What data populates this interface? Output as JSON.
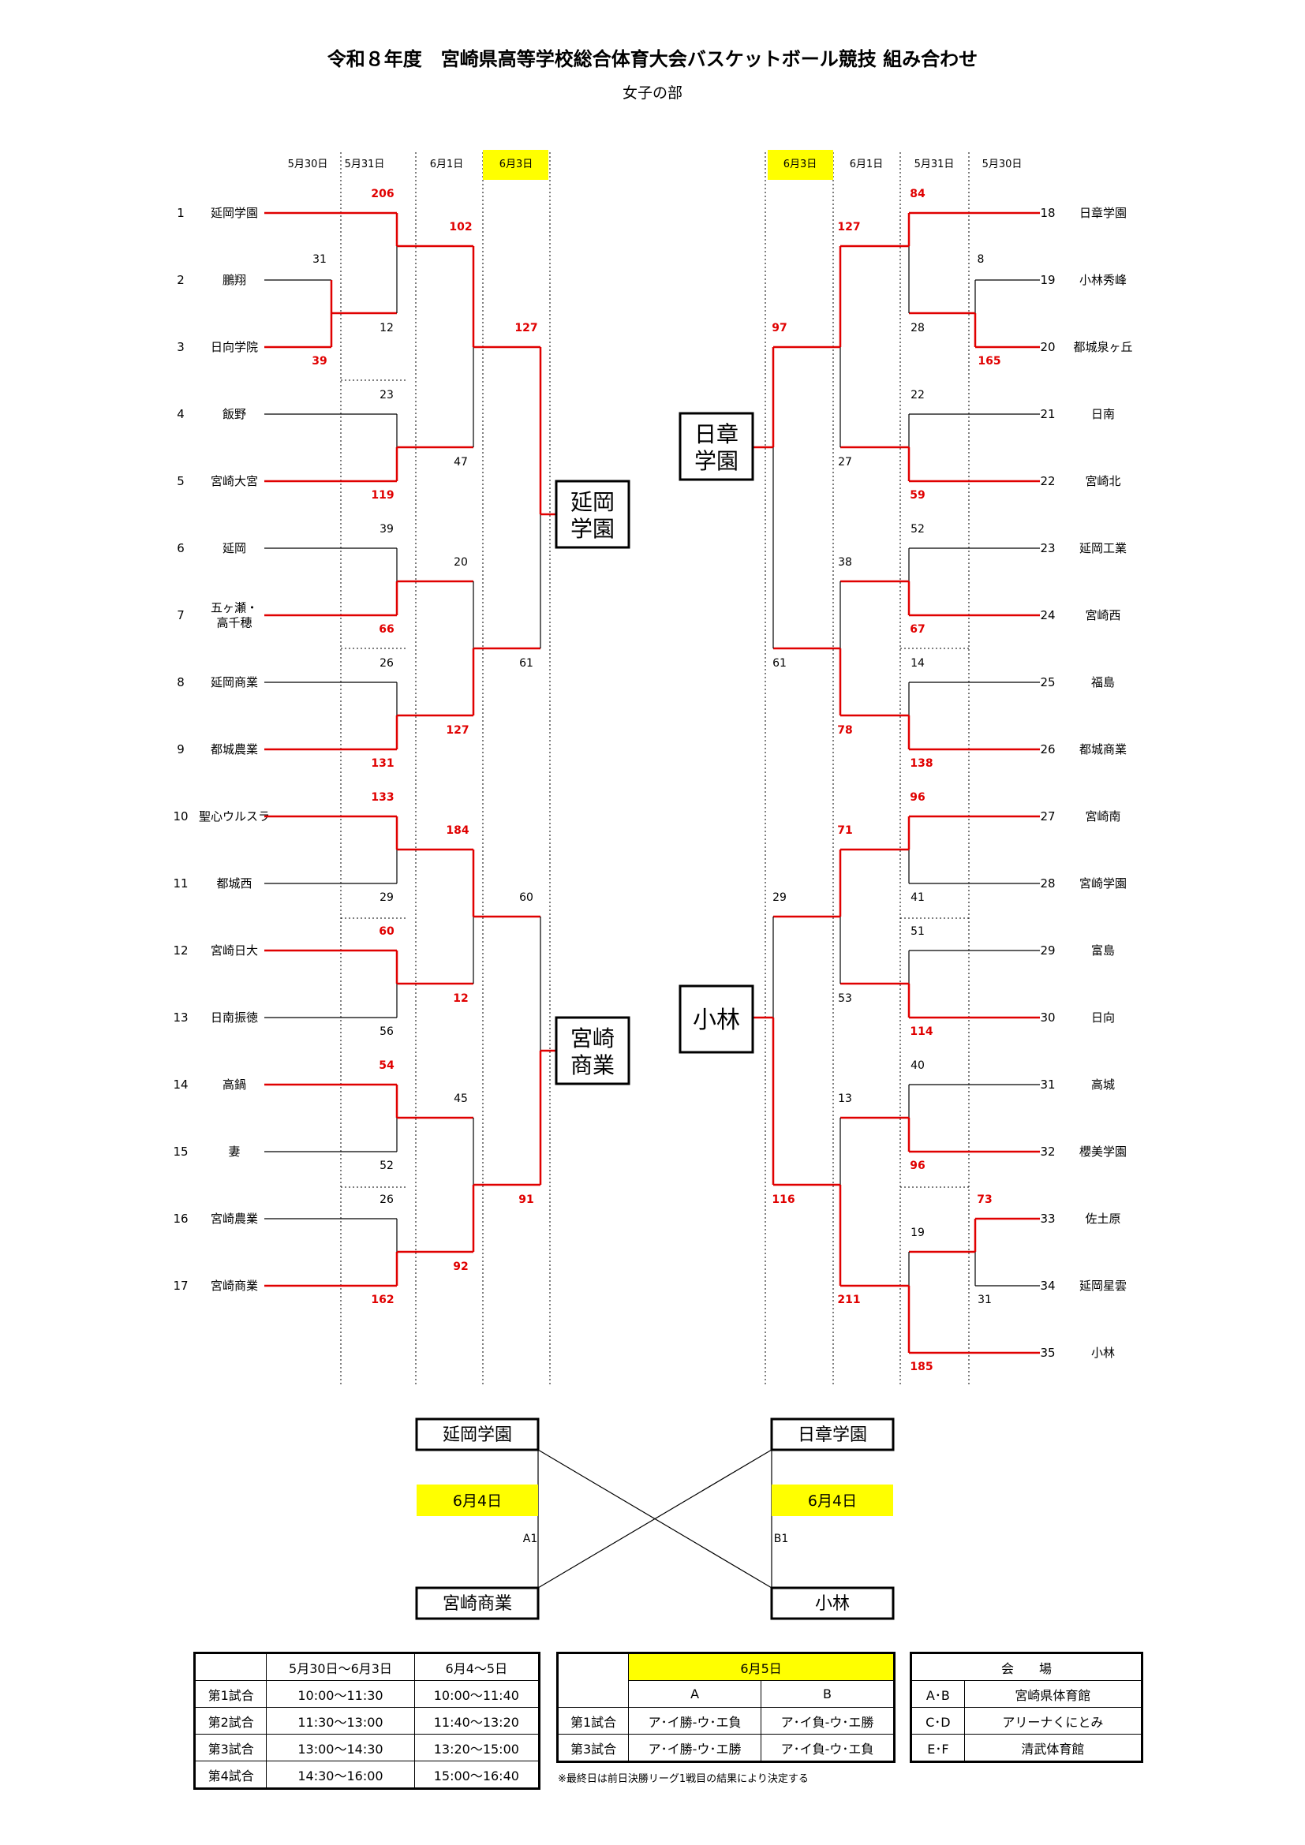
{
  "title": "令和８年度　宮崎県高等学校総合体育大会バスケットボール競技 組み合わせ",
  "subtitle": "女子の部",
  "round_dates": {
    "left": [
      "5月30日",
      "5月31日",
      "6月1日",
      "6月3日"
    ],
    "right": [
      "6月3日",
      "6月1日",
      "5月31日",
      "5月30日"
    ]
  },
  "teams_left": [
    {
      "no": "1",
      "name": "延岡学園"
    },
    {
      "no": "2",
      "name": "鵬翔"
    },
    {
      "no": "3",
      "name": "日向学院"
    },
    {
      "no": "4",
      "name": "飯野"
    },
    {
      "no": "5",
      "name": "宮崎大宮"
    },
    {
      "no": "6",
      "name": "延岡"
    },
    {
      "no": "7",
      "name": "五ヶ瀬・\n高千穂"
    },
    {
      "no": "8",
      "name": "延岡商業"
    },
    {
      "no": "9",
      "name": "都城農業"
    },
    {
      "no": "10",
      "name": "聖心ウルスラ"
    },
    {
      "no": "11",
      "name": "都城西"
    },
    {
      "no": "12",
      "name": "宮崎日大"
    },
    {
      "no": "13",
      "name": "日南振徳"
    },
    {
      "no": "14",
      "name": "高鍋"
    },
    {
      "no": "15",
      "name": "妻"
    },
    {
      "no": "16",
      "name": "宮崎農業"
    },
    {
      "no": "17",
      "name": "宮崎商業"
    }
  ],
  "teams_right": [
    {
      "no": "18",
      "name": "日章学園"
    },
    {
      "no": "19",
      "name": "小林秀峰"
    },
    {
      "no": "20",
      "name": "都城泉ヶ丘"
    },
    {
      "no": "21",
      "name": "日南"
    },
    {
      "no": "22",
      "name": "宮崎北"
    },
    {
      "no": "23",
      "name": "延岡工業"
    },
    {
      "no": "24",
      "name": "宮崎西"
    },
    {
      "no": "25",
      "name": "福島"
    },
    {
      "no": "26",
      "name": "都城商業"
    },
    {
      "no": "27",
      "name": "宮崎南"
    },
    {
      "no": "28",
      "name": "宮崎学園"
    },
    {
      "no": "29",
      "name": "富島"
    },
    {
      "no": "30",
      "name": "日向"
    },
    {
      "no": "31",
      "name": "高城"
    },
    {
      "no": "32",
      "name": "櫻美学園"
    },
    {
      "no": "33",
      "name": "佐土原"
    },
    {
      "no": "34",
      "name": "延岡星雲"
    },
    {
      "no": "35",
      "name": "小林"
    }
  ],
  "scores_left": [
    {
      "v": "31",
      "w": false
    },
    {
      "v": "39",
      "w": true
    },
    {
      "v": "206",
      "w": true
    },
    {
      "v": "12",
      "w": false
    },
    {
      "v": "23",
      "w": false
    },
    {
      "v": "119",
      "w": true
    },
    {
      "v": "39",
      "w": false
    },
    {
      "v": "66",
      "w": true
    },
    {
      "v": "26",
      "w": false
    },
    {
      "v": "131",
      "w": true
    },
    {
      "v": "133",
      "w": true
    },
    {
      "v": "29",
      "w": false
    },
    {
      "v": "60",
      "w": true
    },
    {
      "v": "56",
      "w": false
    },
    {
      "v": "54",
      "w": true
    },
    {
      "v": "52",
      "w": false
    },
    {
      "v": "26",
      "w": false
    },
    {
      "v": "162",
      "w": true
    },
    {
      "v": "102",
      "w": true
    },
    {
      "v": "47",
      "w": false
    },
    {
      "v": "20",
      "w": false
    },
    {
      "v": "127",
      "w": true
    },
    {
      "v": "184",
      "w": true
    },
    {
      "v": "12",
      "w": true
    },
    {
      "v": "45",
      "w": false
    },
    {
      "v": "92",
      "w": true
    },
    {
      "v": "127",
      "w": true
    },
    {
      "v": "61",
      "w": false
    },
    {
      "v": "60",
      "w": false
    },
    {
      "v": "91",
      "w": true
    }
  ],
  "scores_right": [
    {
      "v": "8",
      "w": false
    },
    {
      "v": "165",
      "w": true
    },
    {
      "v": "84",
      "w": true
    },
    {
      "v": "28",
      "w": false
    },
    {
      "v": "22",
      "w": false
    },
    {
      "v": "59",
      "w": true
    },
    {
      "v": "52",
      "w": false
    },
    {
      "v": "67",
      "w": true
    },
    {
      "v": "14",
      "w": false
    },
    {
      "v": "138",
      "w": true
    },
    {
      "v": "96",
      "w": true
    },
    {
      "v": "41",
      "w": false
    },
    {
      "v": "51",
      "w": false
    },
    {
      "v": "114",
      "w": true
    },
    {
      "v": "40",
      "w": false
    },
    {
      "v": "96",
      "w": true
    },
    {
      "v": "73",
      "w": true
    },
    {
      "v": "31",
      "w": false
    },
    {
      "v": "19",
      "w": false
    },
    {
      "v": "185",
      "w": true
    },
    {
      "v": "127",
      "w": true
    },
    {
      "v": "27",
      "w": false
    },
    {
      "v": "38",
      "w": false
    },
    {
      "v": "78",
      "w": true
    },
    {
      "v": "71",
      "w": true
    },
    {
      "v": "53",
      "w": false
    },
    {
      "v": "13",
      "w": false
    },
    {
      "v": "211",
      "w": true
    },
    {
      "v": "97",
      "w": true
    },
    {
      "v": "61",
      "w": false
    },
    {
      "v": "29",
      "w": false
    },
    {
      "v": "116",
      "w": true
    }
  ],
  "block_winners": [
    "延岡\n学園",
    "宮崎\n商業",
    "日章\n学園",
    "小林"
  ],
  "final_league": {
    "teams": [
      "延岡学園",
      "日章学園",
      "宮崎商業",
      "小林"
    ],
    "dates": [
      "6月4日",
      "6月4日"
    ],
    "labels": [
      "A1",
      "B1"
    ]
  },
  "schedule_table": {
    "headers": [
      "",
      "5月30日～6月3日",
      "6月4～5日"
    ],
    "rows": [
      [
        "第1試合",
        "10:00～11:30",
        "10:00～11:40"
      ],
      [
        "第2試合",
        "11:30～13:00",
        "11:40～13:20"
      ],
      [
        "第3試合",
        "13:00～14:30",
        "13:20～15:00"
      ],
      [
        "第4試合",
        "14:30～16:00",
        "15:00～16:40"
      ]
    ]
  },
  "final_table": {
    "date": "6月5日",
    "cols": [
      "A",
      "B"
    ],
    "rows": [
      [
        "第1試合",
        "ア･イ勝-ウ･エ負",
        "ア･イ負-ウ･エ勝"
      ],
      [
        "第3試合",
        "ア･イ勝-ウ･エ勝",
        "ア･イ負-ウ･エ負"
      ]
    ]
  },
  "venue_table": {
    "header": "会　　場",
    "rows": [
      [
        "A･B",
        "宮崎県体育館"
      ],
      [
        "C･D",
        "アリーナくにとみ"
      ],
      [
        "E･F",
        "清武体育館"
      ]
    ]
  },
  "note": "※最終日は前日決勝リーグ1戦目の結果により決定する",
  "colors": {
    "win": "#e00000",
    "highlight": "#ffff00",
    "line": "#000000"
  }
}
